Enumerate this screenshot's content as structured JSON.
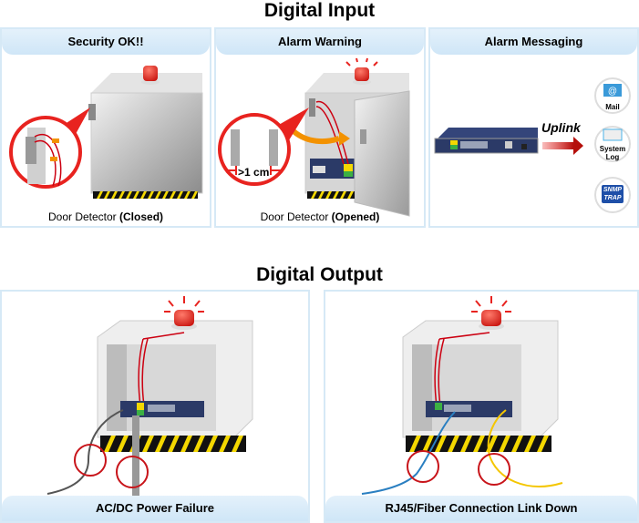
{
  "digital_input": {
    "title": "Digital Input",
    "panels": [
      {
        "header": "Security OK!!",
        "caption_prefix": "Door Detector ",
        "caption_state": "(Closed)"
      },
      {
        "header": "Alarm Warning",
        "caption_prefix": "Door Detector ",
        "caption_state": "(Opened)",
        "distance_label": ">1 cm"
      },
      {
        "header": "Alarm Messaging",
        "uplink_label": "Uplink",
        "targets": [
          {
            "icon": "mail-icon",
            "label": "Mail"
          },
          {
            "icon": "system-log-icon",
            "label_line1": "System",
            "label_line2": "Log"
          },
          {
            "icon": "snmp-trap-icon",
            "label_line1": "SNMP",
            "label_line2": "TRAP"
          }
        ]
      }
    ]
  },
  "digital_output": {
    "title": "Digital Output",
    "panels": [
      {
        "footer": "AC/DC Power Failure"
      },
      {
        "footer": "RJ45/Fiber Connection Link Down"
      }
    ]
  },
  "colors": {
    "panel_border": "#d6e9f6",
    "header_fill": "#d6eaf8",
    "alarm_red": "#e8231f",
    "switch_blue": "#2b3a67"
  }
}
